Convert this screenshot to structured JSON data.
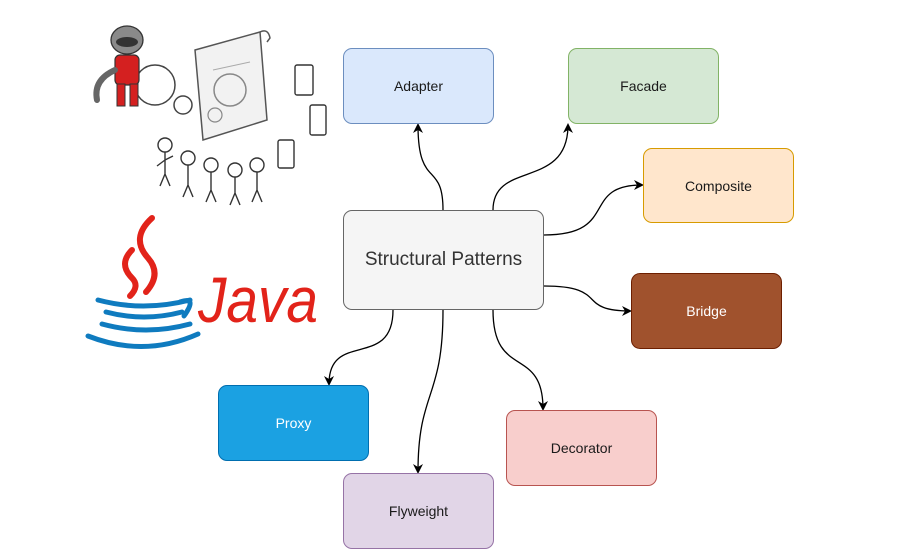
{
  "center": {
    "label": "Structural Patterns",
    "fill": "#f5f5f5",
    "stroke": "#666666"
  },
  "nodes": {
    "adapter": {
      "label": "Adapter",
      "fill": "#dae8fc",
      "stroke": "#6c8ebf",
      "text_color": "#1a1a1a"
    },
    "facade": {
      "label": "Facade",
      "fill": "#d5e8d4",
      "stroke": "#82b366",
      "text_color": "#1a1a1a"
    },
    "composite": {
      "label": "Composite",
      "fill": "#ffe6cc",
      "stroke": "#d79b00",
      "text_color": "#1a1a1a"
    },
    "bridge": {
      "label": "Bridge",
      "fill": "#a0522d",
      "stroke": "#6d1f00",
      "text_color": "#ffffff"
    },
    "decorator": {
      "label": "Decorator",
      "fill": "#f8cecc",
      "stroke": "#b85450",
      "text_color": "#1a1a1a"
    },
    "flyweight": {
      "label": "Flyweight",
      "fill": "#e1d5e7",
      "stroke": "#9673a6",
      "text_color": "#1a1a1a"
    },
    "proxy": {
      "label": "Proxy",
      "fill": "#1ba1e2",
      "stroke": "#006eaf",
      "text_color": "#ffffff"
    }
  },
  "edge_color": "#000000",
  "logo": {
    "text": "Java",
    "text_color": "#e2231a",
    "cup_color": "#0f7bbf",
    "steam_color": "#e2231a"
  },
  "illustration": {
    "name": "raccoon-with-blueprint-illustration"
  }
}
